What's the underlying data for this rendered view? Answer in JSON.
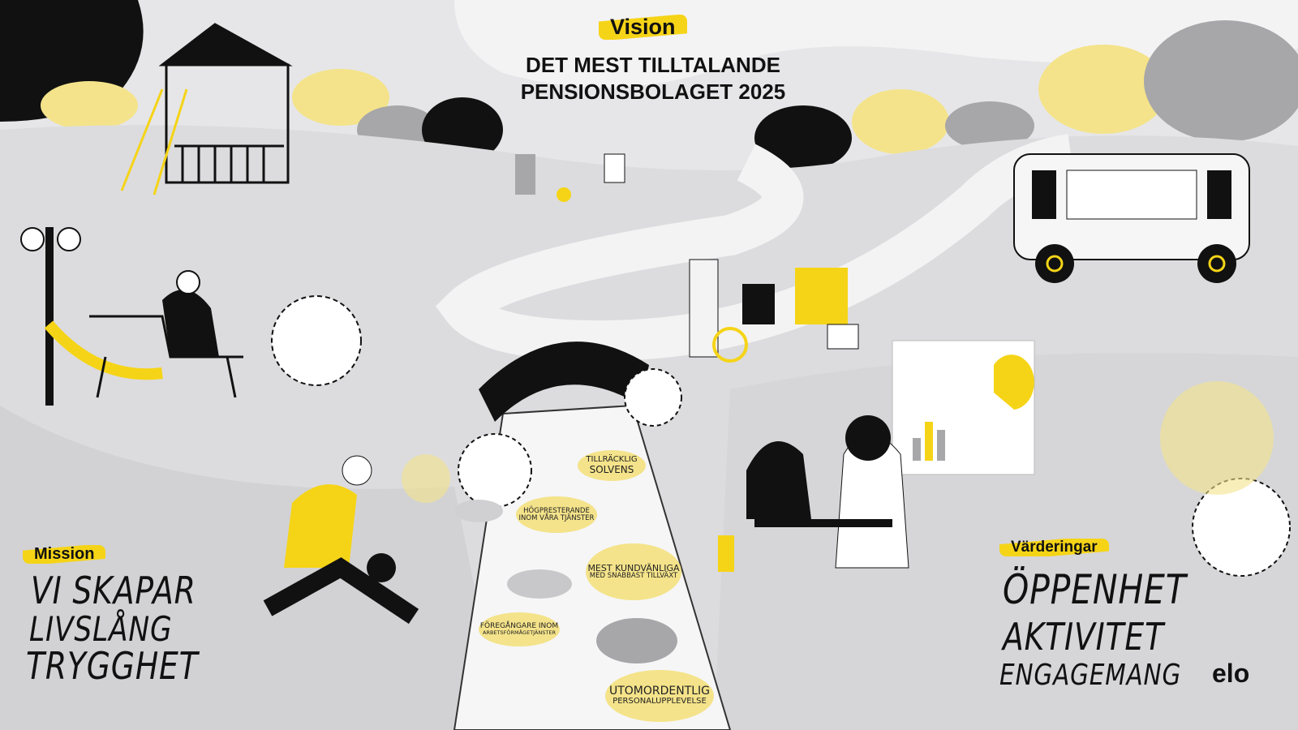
{
  "vision": {
    "label": "Vision",
    "title_line1": "DET MEST TILLTALANDE",
    "title_line2": "PENSIONSBOLAGET 2025"
  },
  "mission": {
    "label": "Mission",
    "lines": [
      "VI SKAPAR",
      "LIVSLÅNG",
      "TRYGGHET"
    ]
  },
  "values": {
    "label": "Värderingar",
    "lines": [
      "ÖPPENHET",
      "AKTIVITET",
      "ENGAGEMANG"
    ]
  },
  "goals": [
    {
      "line1": "TILLRÄCKLIG",
      "line2": "SOLVENS"
    },
    {
      "line1": "HÖGPRESTERANDE",
      "line2": "INOM VÅRA TJÄNSTER"
    },
    {
      "line1": "MEST KUNDVÄNLIGA",
      "line2": "MED SNABBAST TILLVÄXT"
    },
    {
      "line1": "FÖREGÅNGARE INOM",
      "line2": "ARBETSFÖRMÅGETJÄNSTER"
    },
    {
      "line1": "UTOMORDENTLIG",
      "line2": "PERSONALUPPLEVELSE"
    }
  ],
  "logo": "elo",
  "colors": {
    "yellow": "#f5d417",
    "pale_yellow": "#f4e38a",
    "grey": "#a7a7aa",
    "black": "#111111",
    "bg": "#e6e6e8"
  }
}
